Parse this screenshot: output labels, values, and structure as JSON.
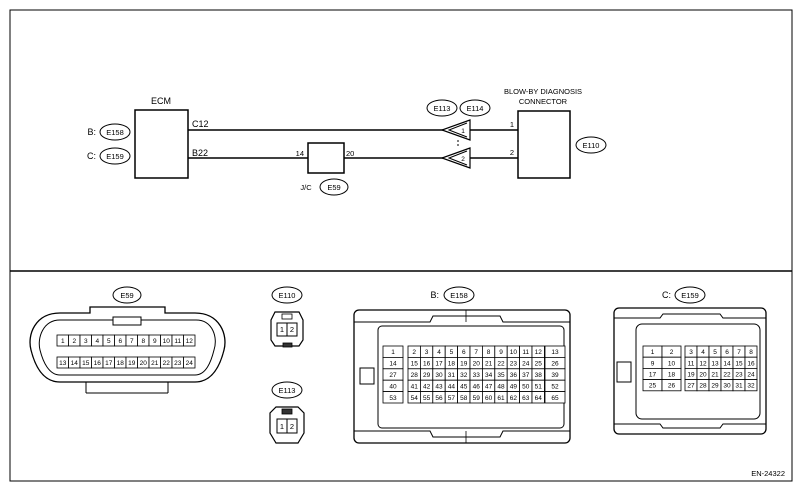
{
  "schematic": {
    "ecm": {
      "title": "ECM",
      "connectors": [
        {
          "prefix": "B:",
          "id": "E158",
          "pin": "C12"
        },
        {
          "prefix": "C:",
          "id": "E159",
          "pin": "B22"
        }
      ]
    },
    "jc": {
      "label": "J/C",
      "id": "E59",
      "pin_left": "14",
      "pin_right": "20"
    },
    "e113_id": "E113",
    "e114_id": "E114",
    "blowby": {
      "title_line1": "BLOW-BY DIAGNOSIS",
      "title_line2": "CONNECTOR",
      "id": "E110",
      "pins": [
        "1",
        "2"
      ],
      "plug_pins": [
        "1",
        "2"
      ]
    }
  },
  "connectors_panel": {
    "e59": {
      "id": "E59",
      "row1": [
        "1",
        "2",
        "3",
        "4",
        "5",
        "6",
        "7",
        "8",
        "9",
        "10",
        "11",
        "12"
      ],
      "row2": [
        "13",
        "14",
        "15",
        "16",
        "17",
        "18",
        "19",
        "20",
        "21",
        "22",
        "23",
        "24"
      ]
    },
    "e110": {
      "id": "E110",
      "pins": [
        "1",
        "2"
      ]
    },
    "e113": {
      "id": "E113",
      "pins": [
        "1",
        "2"
      ]
    },
    "e158": {
      "prefix": "B:",
      "id": "E158",
      "left_col": [
        "1",
        "14",
        "27",
        "40",
        "53"
      ],
      "grid": [
        [
          "2",
          "3",
          "4",
          "5",
          "6",
          "7",
          "8",
          "9",
          "10",
          "11",
          "12"
        ],
        [
          "15",
          "16",
          "17",
          "18",
          "19",
          "20",
          "21",
          "22",
          "23",
          "24",
          "25"
        ],
        [
          "28",
          "29",
          "30",
          "31",
          "32",
          "33",
          "34",
          "35",
          "36",
          "37",
          "38"
        ],
        [
          "41",
          "42",
          "43",
          "44",
          "45",
          "46",
          "47",
          "48",
          "49",
          "50",
          "51"
        ],
        [
          "54",
          "55",
          "56",
          "57",
          "58",
          "59",
          "60",
          "61",
          "62",
          "63",
          "64"
        ]
      ],
      "right_col": [
        "13",
        "26",
        "39",
        "52",
        "65"
      ]
    },
    "e159": {
      "prefix": "C:",
      "id": "E159",
      "left": [
        [
          "1",
          "2"
        ],
        [
          "9",
          "10"
        ],
        [
          "17",
          "18"
        ],
        [
          "25",
          "26"
        ]
      ],
      "right": [
        [
          "3",
          "4",
          "5",
          "6",
          "7",
          "8"
        ],
        [
          "11",
          "12",
          "13",
          "14",
          "15",
          "16"
        ],
        [
          "19",
          "20",
          "21",
          "22",
          "23",
          "24"
        ],
        [
          "27",
          "28",
          "29",
          "30",
          "31",
          "32"
        ]
      ]
    }
  },
  "figure_code": "EN-24322"
}
